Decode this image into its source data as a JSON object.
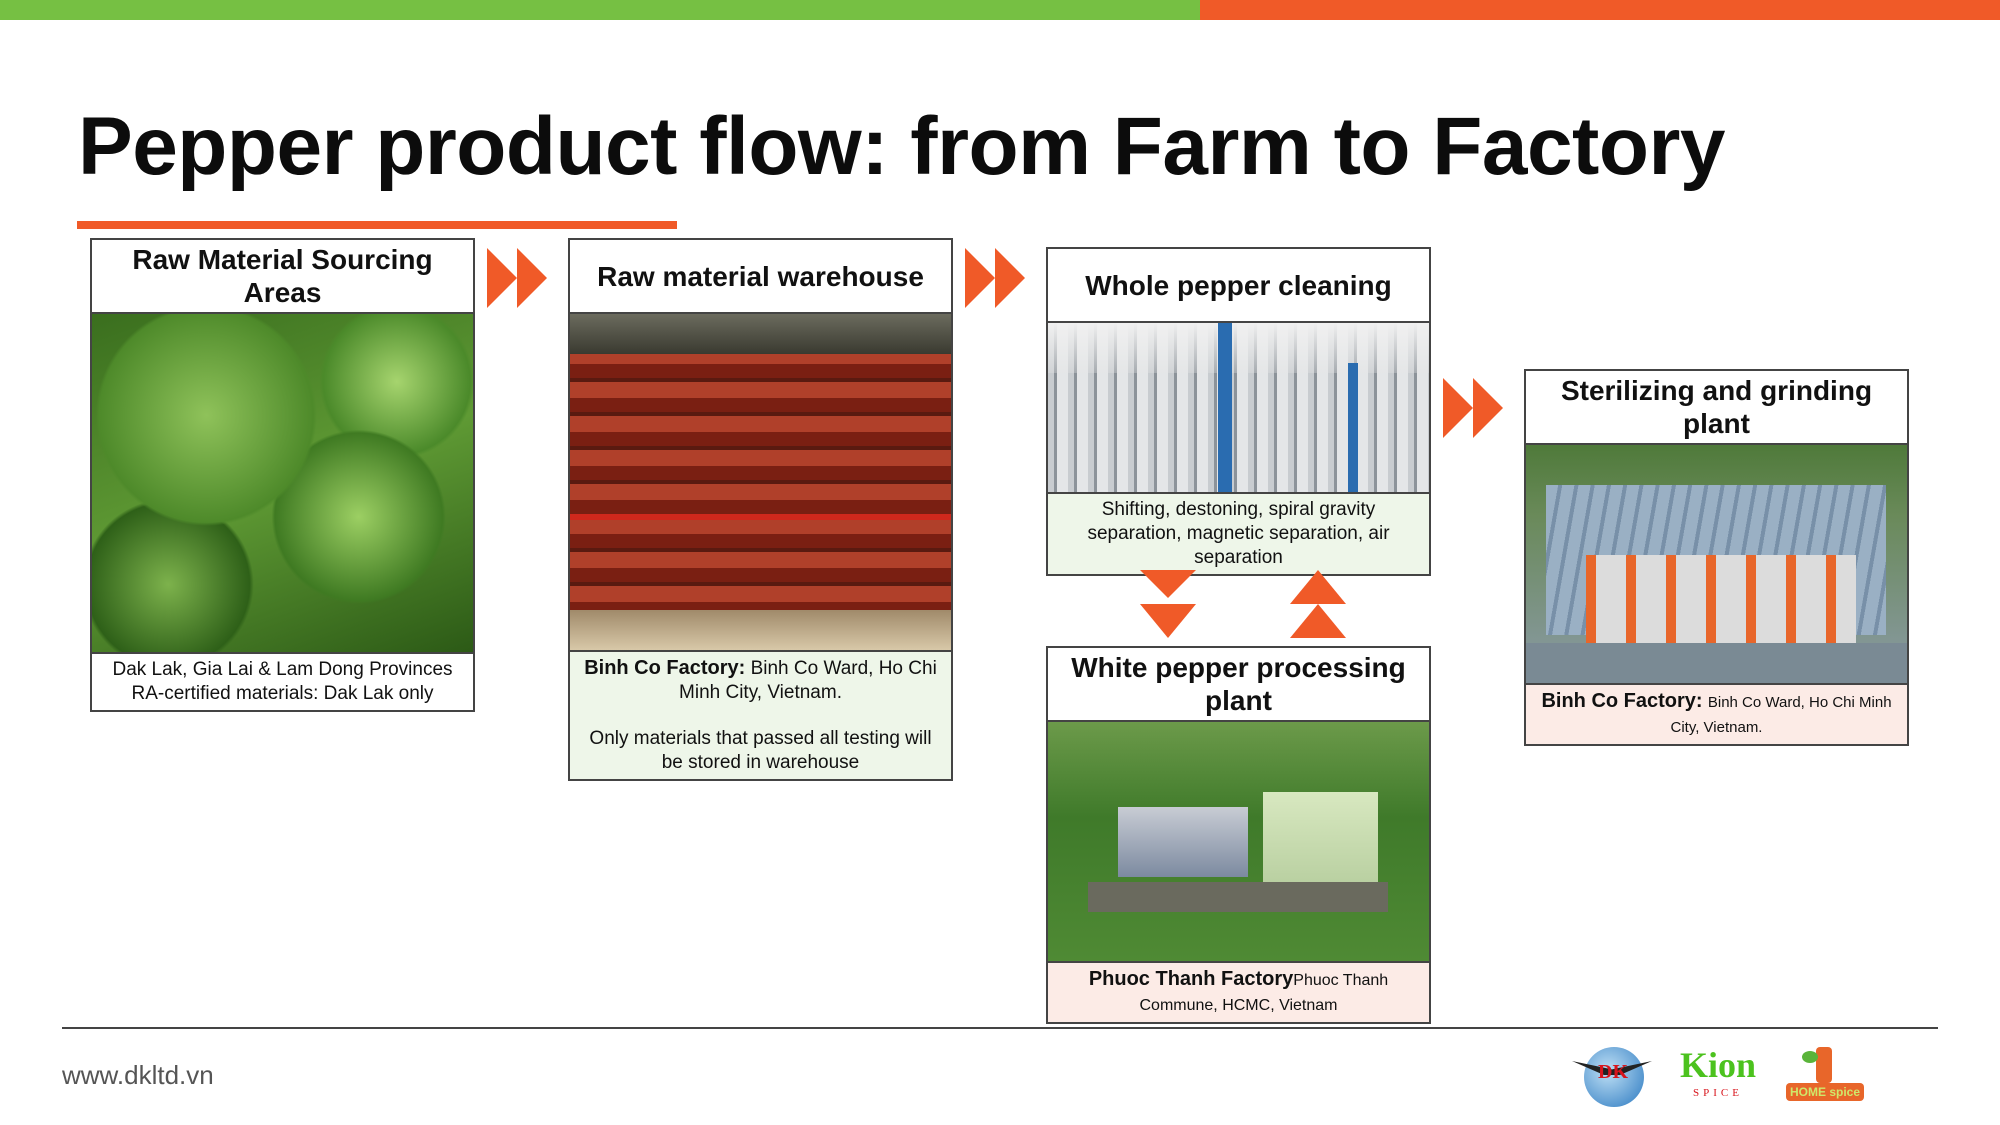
{
  "title": "Pepper product flow: from Farm to Factory",
  "colors": {
    "green": "#76c043",
    "orange": "#f05a28"
  },
  "steps": [
    {
      "header": "Raw Material Sourcing Areas",
      "caption_lines": [
        "Dak Lak, Gia Lai & Lam Dong Provinces",
        "RA-certified materials: Dak Lak only"
      ]
    },
    {
      "header": "Raw material warehouse",
      "caption_bold": "Binh Co  Factory:",
      "caption_text": "Binh Co Ward, Ho Chi Minh City, Vietnam.",
      "caption_note": "Only materials that passed all testing will be stored in warehouse"
    },
    {
      "header": "Whole pepper cleaning",
      "caption": "Shifting, destoning, spiral gravity separation, magnetic separation, air separation"
    },
    {
      "header": "White pepper processing plant",
      "caption_bold": "Phuoc Thanh  Factory",
      "caption_text": "Phuoc Thanh Commune, HCMC, Vietnam"
    },
    {
      "header": "Sterilizing and grinding plant",
      "caption_bold": "Binh Co Factory:",
      "caption_text": "Binh Co Ward, Ho Chi Minh City, Vietnam."
    }
  ],
  "footer": {
    "url": "www.dkltd.vn",
    "logos": [
      "DK",
      "Kion",
      "SPICE",
      "HOME spice"
    ]
  }
}
